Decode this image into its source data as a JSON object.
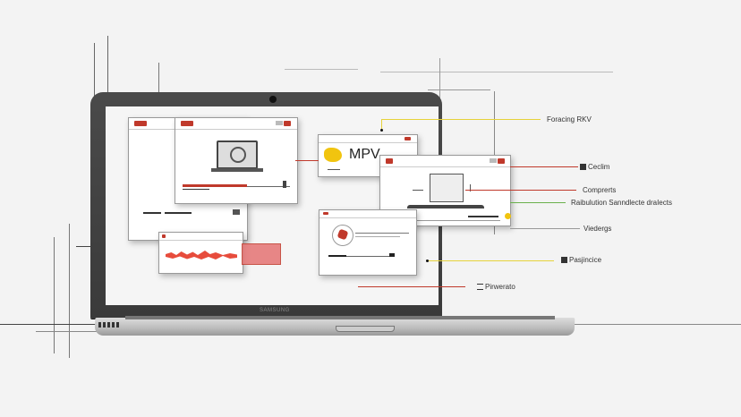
{
  "laptop": {
    "brand": "SAMSUNG",
    "camera": "camera-icon"
  },
  "windows": {
    "media_player": {
      "icon": "laptop-play-icon",
      "progress_pct": 55
    },
    "mpv": {
      "title": "MPV",
      "icon": "mpv-logo-icon"
    },
    "device_settings": {
      "icon": "devices-icon"
    },
    "audio_waveform": {
      "icon": "waveform-icon"
    },
    "profile": {
      "icon": "profile-map-icon"
    }
  },
  "callouts": [
    {
      "label": "Foracing RKV",
      "color": "#e6d23a",
      "icon": ""
    },
    {
      "label": "Ceclim",
      "color": "#c0392b",
      "icon": "film-icon"
    },
    {
      "label": "Comprerts",
      "color": "#c0392b",
      "icon": ""
    },
    {
      "label": "Raibulution Sanndlecte draIects",
      "color": "#6ab04c",
      "icon": ""
    },
    {
      "label": "Viedergs",
      "color": "#777777",
      "icon": ""
    },
    {
      "label": "Pasjincice",
      "color": "#e6d23a",
      "icon": "image-icon"
    },
    {
      "label": "Pirwerato",
      "color": "#c0392b",
      "icon": "list-icon"
    }
  ],
  "colors": {
    "accent_red": "#c0392b",
    "accent_yellow": "#e6d23a",
    "accent_green": "#6ab04c"
  }
}
